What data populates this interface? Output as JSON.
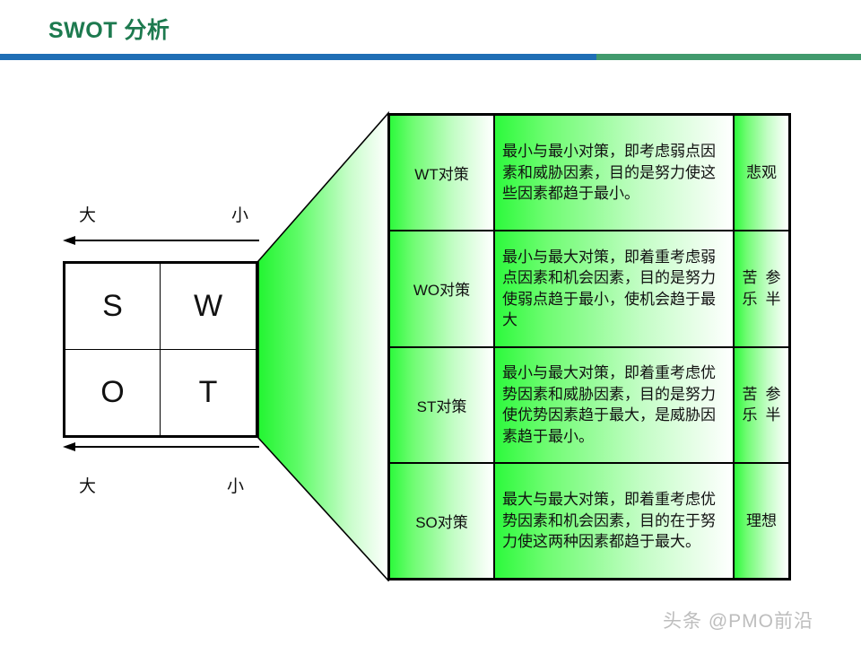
{
  "header": {
    "title": "SWOT 分析",
    "rule_blue": "#1f6eb5",
    "rule_green": "#419a6d",
    "title_color": "#1d7a4f"
  },
  "matrix": {
    "cells": [
      {
        "key": "S",
        "label": "S"
      },
      {
        "key": "W",
        "label": "W"
      },
      {
        "key": "O",
        "label": "O"
      },
      {
        "key": "T",
        "label": "T"
      }
    ],
    "axis_top": {
      "left_label": "大",
      "right_label": "小",
      "direction": "left"
    },
    "axis_bottom": {
      "left_label": "大",
      "right_label": "小",
      "direction": "left"
    }
  },
  "funnel": {
    "fill_start": "#22f531",
    "fill_end": "#ffffff"
  },
  "table": {
    "rows": [
      {
        "strategy": "WT对策",
        "description": "最小与最小对策，即考虑弱点因素和威胁因素，目的是努力使这些因素都趋于最小。",
        "verdict": "悲观"
      },
      {
        "strategy": "WO对策",
        "description": "最小与最大对策，即着重考虑弱点因素和机会因素，目的是努力使弱点趋于最小，使机会趋于最大",
        "verdict_line1": "苦乐",
        "verdict_line2": "参半"
      },
      {
        "strategy": "ST对策",
        "description": "最小与最大对策，即着重考虑优势因素和威胁因素，目的是努力使优势因素趋于最大，是威胁因素趋于最小。",
        "verdict_line1": "苦乐",
        "verdict_line2": "参半"
      },
      {
        "strategy": "SO对策",
        "description": "最大与最大对策，即着重考虑优势因素和机会因素，目的在于努力使这两种因素都趋于最大。",
        "verdict": "理想"
      }
    ]
  },
  "watermark": {
    "text": "头条 @PMO前沿"
  }
}
